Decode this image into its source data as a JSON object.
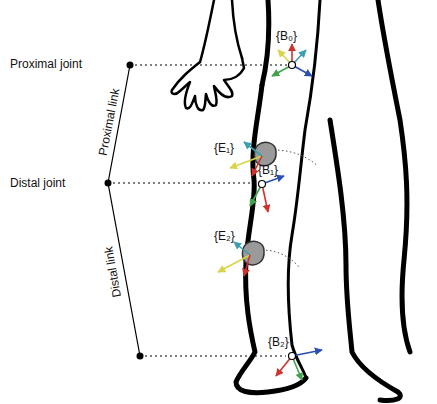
{
  "diagram": {
    "labels": [
      "Proximal joint",
      "Proximal link",
      "Distal joint",
      "Distal link",
      "{B₀}",
      "{E₁}",
      "{B₁}",
      "{E₂}",
      "{B₂}"
    ]
  }
}
